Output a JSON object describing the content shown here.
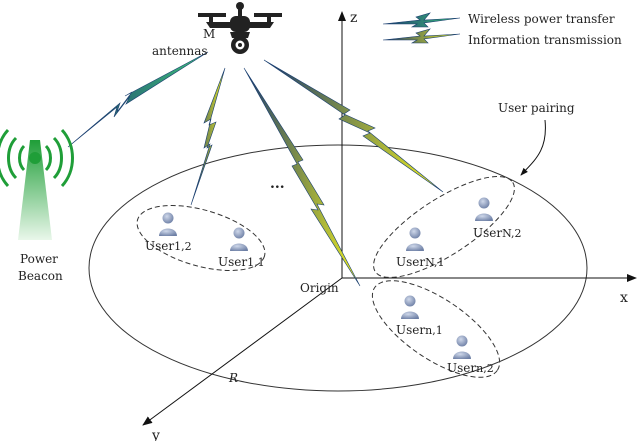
{
  "legend": {
    "wireless_power": "Wireless power transfer",
    "information": "Information transmission"
  },
  "uav": {
    "label_line1": "M",
    "label_line2": "antennas"
  },
  "beacon": {
    "label_line1": "Power",
    "label_line2": "Beacon"
  },
  "axes": {
    "x": "x",
    "y": "y",
    "z": "z",
    "origin": "Origin"
  },
  "radius_label": "R",
  "pairing_label": "User pairing",
  "ellipsis": "...",
  "users": {
    "u12": {
      "main": "User",
      "sub": "1,2"
    },
    "u11": {
      "main": "User",
      "sub": "1,1"
    },
    "un1": {
      "main": "User",
      "sub": "N,1"
    },
    "un2": {
      "main": "User",
      "sub": "N,2"
    },
    "n1": {
      "main": "User",
      "sub": "n,1"
    },
    "n2": {
      "main": "User",
      "sub": "n,2"
    }
  },
  "colors": {
    "wireless_power_bolt": "#2fa36a",
    "information_bolt": "#e6e81c",
    "bolt_outline": "#1a3f70",
    "beacon_green": "#1f9e38",
    "user_blue": "#7b8fb3"
  }
}
